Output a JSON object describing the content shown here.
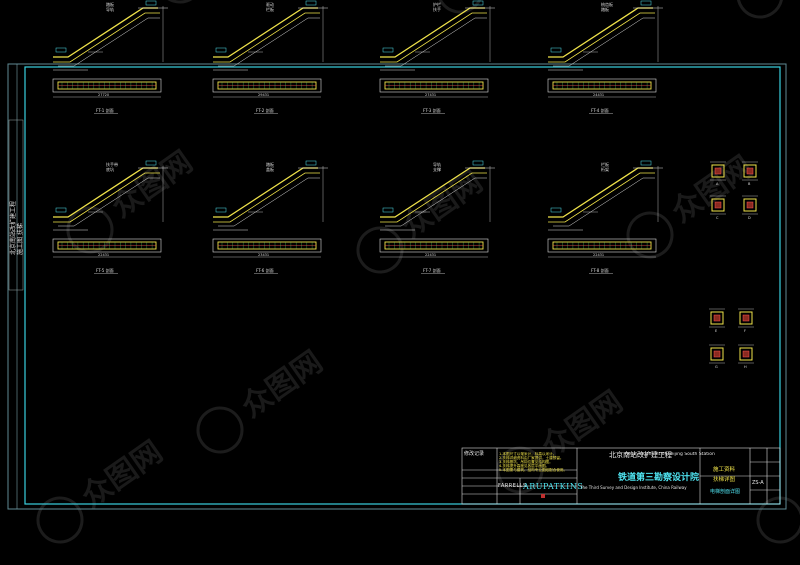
{
  "watermark": {
    "brand": "众图网"
  },
  "sidebar": {
    "lines": [
      "北京南站改扩建工程",
      "施工图 扶梯"
    ]
  },
  "title_block": {
    "revision_header": "修改记录",
    "notes": [
      "1.本图尺寸以毫米计，标高以米计。",
      "2.扶梯详细资料由厂家提供，土建预留。",
      "3.扶梯基坑、吊钩位置见结构图。",
      "4.扶梯提升高度见各层平面图。",
      "5.本图需与建筑、结构专业图纸配合使用。"
    ],
    "logos": {
      "left": "FARRELLS",
      "arup": "ARUP",
      "atkins": "ATKINS"
    },
    "project_cn": "北京南站改扩建工程",
    "project_en": "Redevelopment of Beijing South Station",
    "institute_cn": "铁道第三勘察设计院",
    "institute_en": "The Third Survey and Design Institute, China Railway",
    "stage": "施工资料",
    "drawing_title": "扶梯详图",
    "sub_title": "电梯剖面详图",
    "sheet_code": "ZS-A"
  },
  "escalators": [
    {
      "label": "FT-1 剖面",
      "tag1": "踏板",
      "tag2": "导轨",
      "len": "27720"
    },
    {
      "label": "FT-2 剖面",
      "tag1": "驱动",
      "tag2": "栏板",
      "len": "29431"
    },
    {
      "label": "FT-3 剖面",
      "tag1": "护栏",
      "tag2": "扶手",
      "len": "27431"
    },
    {
      "label": "FT-4 剖面",
      "tag1": "梳齿板",
      "tag2": "踏板",
      "len": "24431"
    },
    {
      "label": "FT-5 剖面",
      "tag1": "扶手带",
      "tag2": "底坑",
      "len": "22431"
    },
    {
      "label": "FT-6 剖面",
      "tag1": "踏板",
      "tag2": "盖板",
      "len": "23431"
    },
    {
      "label": "FT-7 剖面",
      "tag1": "导轨",
      "tag2": "支撑",
      "len": "22431"
    },
    {
      "label": "FT-8 剖面",
      "tag1": "栏板",
      "tag2": "桁架",
      "len": "22431"
    }
  ],
  "details": [
    {
      "label": "A"
    },
    {
      "label": "B"
    },
    {
      "label": "C"
    },
    {
      "label": "D"
    },
    {
      "label": "E"
    },
    {
      "label": "F"
    },
    {
      "label": "G"
    },
    {
      "label": "H"
    }
  ]
}
